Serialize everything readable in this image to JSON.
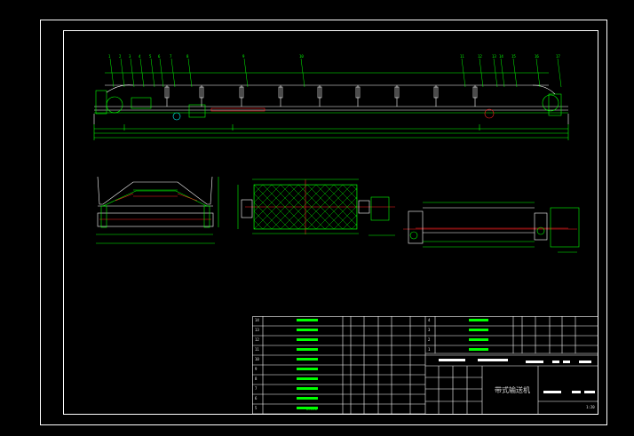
{
  "drawing": {
    "title_cn": "带式输送机",
    "scale_text": "1:20"
  },
  "colors": {
    "background": "#000000",
    "frame": "#ffffff",
    "green": "#00ff00",
    "red": "#ff2020",
    "cyan": "#00ffff",
    "white_text": "#e8e8e8"
  },
  "parts_table": {
    "left_numbers": [
      "14",
      "13",
      "12",
      "11",
      "10",
      "9",
      "8",
      "7",
      "6",
      "5"
    ],
    "right_numbers": [
      "4",
      "3",
      "2",
      "1"
    ],
    "bottom_spec": "B=800"
  },
  "elevation": {
    "balloons": [
      "1",
      "2",
      "3",
      "4",
      "5",
      "6",
      "7",
      "8",
      "9",
      "10",
      "11",
      "12",
      "13",
      "14",
      "15",
      "16",
      "17"
    ]
  }
}
